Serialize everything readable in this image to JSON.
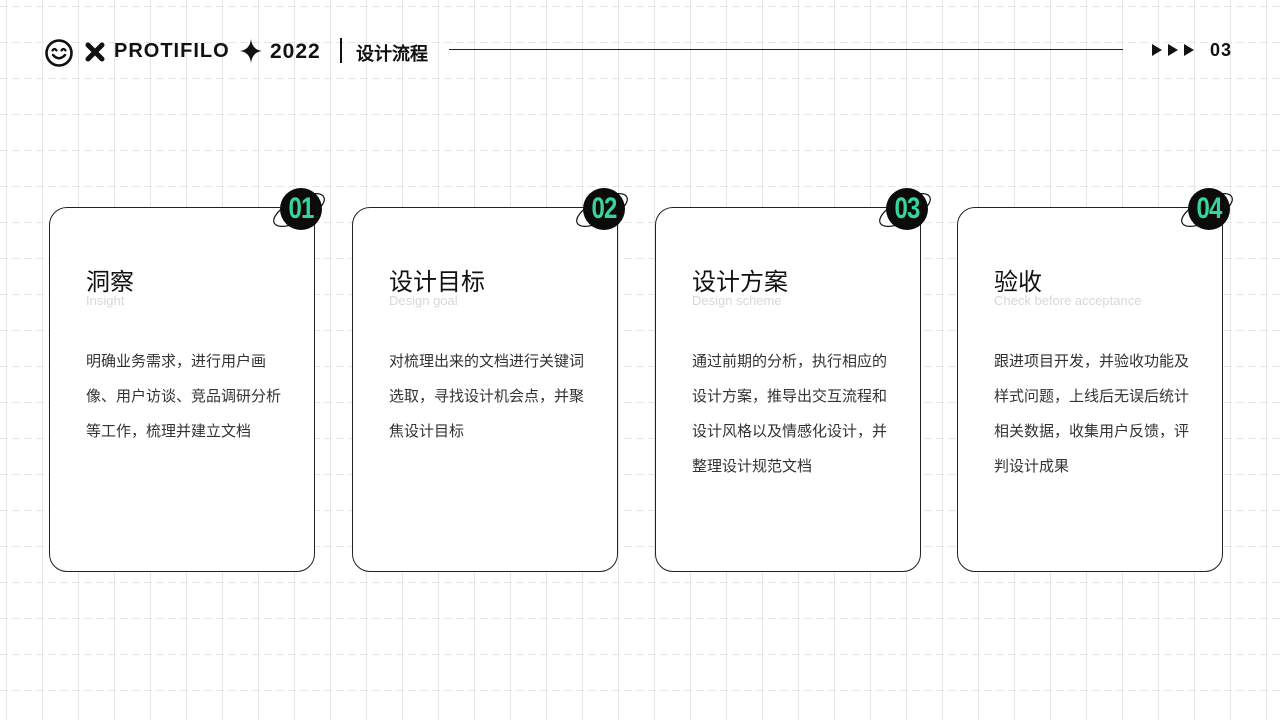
{
  "header": {
    "brand": "PROTIFILO",
    "year": "2022",
    "title": "设计流程",
    "page_number": "03",
    "icons": [
      "smile-icon",
      "cross-icon",
      "sparkle-icon",
      "triple-arrow-icon"
    ]
  },
  "accent_color": "#38d59a",
  "cards": [
    {
      "number": "01",
      "title": "洞察",
      "subtitle": "Insight",
      "body": "明确业务需求，进行用户画像、用户访谈、竞品调研分析等工作，梳理并建立文档"
    },
    {
      "number": "02",
      "title": "设计目标",
      "subtitle": "Design goal",
      "body": "对梳理出来的文档进行关键词选取，寻找设计机会点，并聚焦设计目标"
    },
    {
      "number": "03",
      "title": "设计方案",
      "subtitle": "Design scheme",
      "body": "通过前期的分析，执行相应的设计方案，推导出交互流程和设计风格以及情感化设计，并整理设计规范文档"
    },
    {
      "number": "04",
      "title": "验收",
      "subtitle": "Check before acceptance",
      "body": "跟进项目开发，并验收功能及样式问题，上线后无误后统计相关数据，收集用户反馈，评判设计成果"
    }
  ]
}
